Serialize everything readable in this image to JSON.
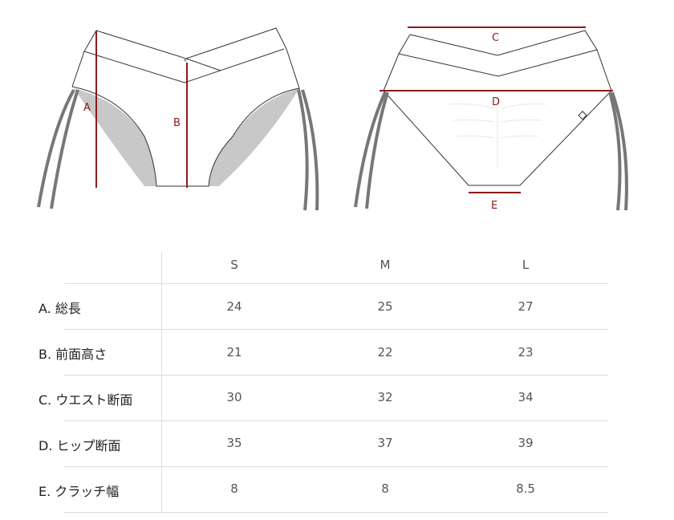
{
  "diagram": {
    "front_labels": [
      "A",
      "B"
    ],
    "back_labels": [
      "C",
      "D",
      "E"
    ],
    "measure_color": "#8b1a1a"
  },
  "table": {
    "headers": [
      "S",
      "M",
      "L"
    ],
    "rows": [
      {
        "label": "A. 総長",
        "values": [
          "24",
          "25",
          "27"
        ]
      },
      {
        "label": "B. 前面高さ",
        "values": [
          "21",
          "22",
          "23"
        ]
      },
      {
        "label": "C. ウエスト断面",
        "values": [
          "30",
          "32",
          "34"
        ]
      },
      {
        "label": "D. ヒップ断面",
        "values": [
          "35",
          "37",
          "39"
        ]
      },
      {
        "label": "E. クラッチ幅",
        "values": [
          "8",
          "8",
          "8.5"
        ]
      }
    ]
  }
}
